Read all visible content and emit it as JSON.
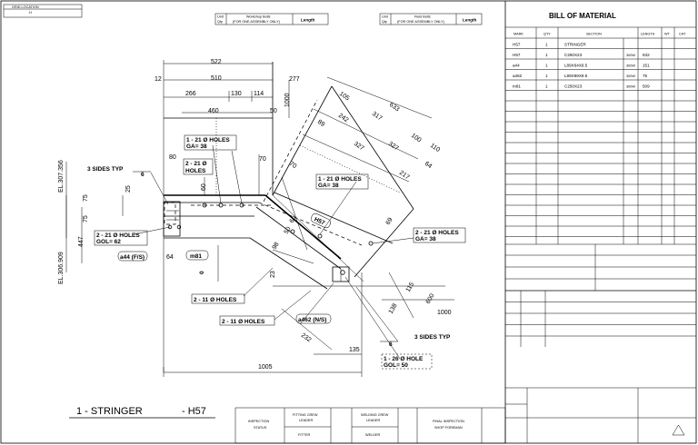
{
  "header": {
    "grid_location": "GRID LOCATION",
    "grid_value": "H",
    "box1_unit": "Unit",
    "box1_qty": "Qty",
    "box1_text1": "Workshop Bolts",
    "box1_text2": "(FOR ONE ASSEMBLY ONLY)",
    "box1_length": "Length",
    "box2_unit": "Unit",
    "box2_qty": "Qty",
    "box2_text1": "Field Bolts",
    "box2_text2": "(FOR ONE ASSEMBLY ONLY)",
    "box2_length": "Length"
  },
  "bom": {
    "title": "BILL OF MATERIAL",
    "columns": [
      "MARK",
      "QTY",
      "SECTION",
      "LENGTH",
      "WT",
      "CAT"
    ],
    "rows": [
      {
        "mark": "H57",
        "qty": "1",
        "section": "STRINGER",
        "grade": "",
        "length": ""
      },
      {
        "mark": "H57",
        "qty": "1",
        "section": "C250X23",
        "grade": "300W",
        "length": "632"
      },
      {
        "mark": "a44",
        "qty": "1",
        "section": "L89X64X9.5",
        "grade": "300W",
        "length": "151"
      },
      {
        "mark": "a462",
        "qty": "1",
        "section": "L89X89X9.5",
        "grade": "300W",
        "length": "75"
      },
      {
        "mark": "m81",
        "qty": "1",
        "section": "C250X23",
        "grade": "300W",
        "length": "509"
      }
    ]
  },
  "drawing": {
    "dims": {
      "d522": "522",
      "d12": "12",
      "d510": "510",
      "d277": "277",
      "d266": "266",
      "d130": "130",
      "d114": "114",
      "d1000": "1000",
      "d460": "460",
      "d50": "50",
      "d80": "80",
      "d70a": "70",
      "d60": "60",
      "d25": "25",
      "d75": "75",
      "d447": "447",
      "d64": "64",
      "d105": "105",
      "d633": "633",
      "d242": "242",
      "d317": "317",
      "d89": "89",
      "d327a": "327",
      "d327b": "327",
      "d100": "100",
      "d110": "110",
      "d70b": "70",
      "d217": "217",
      "d64b": "64",
      "d60b": "60",
      "d50b": "50",
      "d98": "98",
      "d69": "69",
      "d23": "23",
      "d115": "115",
      "d600": "600",
      "d1000b": "1000",
      "d138": "138",
      "d232": "232",
      "d135": "135",
      "d1005": "1005"
    },
    "elevations": {
      "el1": "EL.307.356",
      "el2": "EL.306.909"
    },
    "labels": {
      "holes1_a": "1 - 21 Ø  HOLES",
      "holes1_b": "GA= 38",
      "holes2_a": "2 - 21 Ø",
      "holes2_b": "HOLES",
      "weld_typ1": "3 SIDES TYP",
      "weld_6_1": "6",
      "holes3_a": "2 - 21 Ø  HOLES",
      "holes3_b": "GOL= 62",
      "part_a44": "a44 (F/S)",
      "part_m81": "m81",
      "holes4_a": "1 - 21 Ø  HOLES",
      "holes4_b": "GA= 38",
      "part_h57": "H57",
      "holes5_a": "2 - 21 Ø  HOLES",
      "holes5_b": "GA= 38",
      "holes6": "2 - 11 Ø  HOLES",
      "holes7": "2 - 11 Ø  HOLES",
      "part_a462": "a462 (N/S)",
      "weld_typ2": "3 SIDES TYP",
      "weld_6_2": "6",
      "holes8_a": "1 - 26 Ø  HOLE",
      "holes8_b": "GOL= 50",
      "side_mark": "0"
    }
  },
  "title_block": {
    "part_title": "1  - STRINGER",
    "part_mark": "- H57",
    "inspection_status_1": "INSPECTION",
    "inspection_status_2": "STATUS",
    "fitting_crew_1": "FITTING CREW",
    "fitting_crew_2": "LEADER",
    "fitter": "FITTER",
    "welding_crew_1": "WELDING CREW",
    "welding_crew_2": "LEADER",
    "welder": "WELDER",
    "final_inspection": "FINAL INSPECTION",
    "shop_foreman": "SHOP FOREMAN"
  }
}
